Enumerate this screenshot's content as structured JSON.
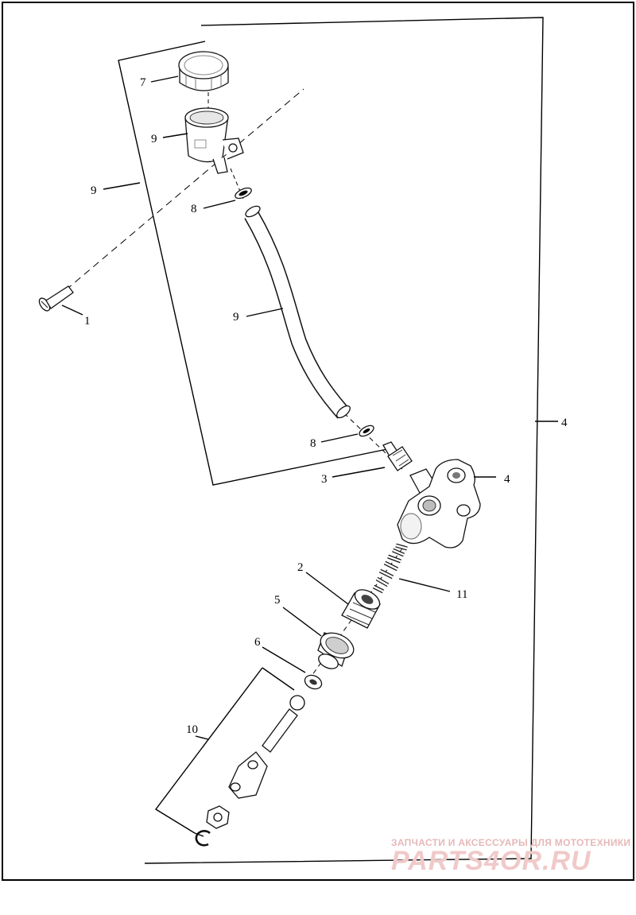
{
  "callouts": {
    "c1": "1",
    "c2": "2",
    "c3": "3",
    "c4a": "4",
    "c4b": "4",
    "c5": "5",
    "c6": "6",
    "c7": "7",
    "c8a": "8",
    "c8b": "8",
    "c9a": "9",
    "c9b": "9",
    "c9c": "9",
    "c10": "10",
    "c11": "11"
  },
  "watermark": {
    "tagline": "ЗАПЧАСТИ И АКСЕССУАРЫ ДЛЯ МОТОТЕХНИКИ",
    "logo": "PARTS4OR.RU"
  }
}
